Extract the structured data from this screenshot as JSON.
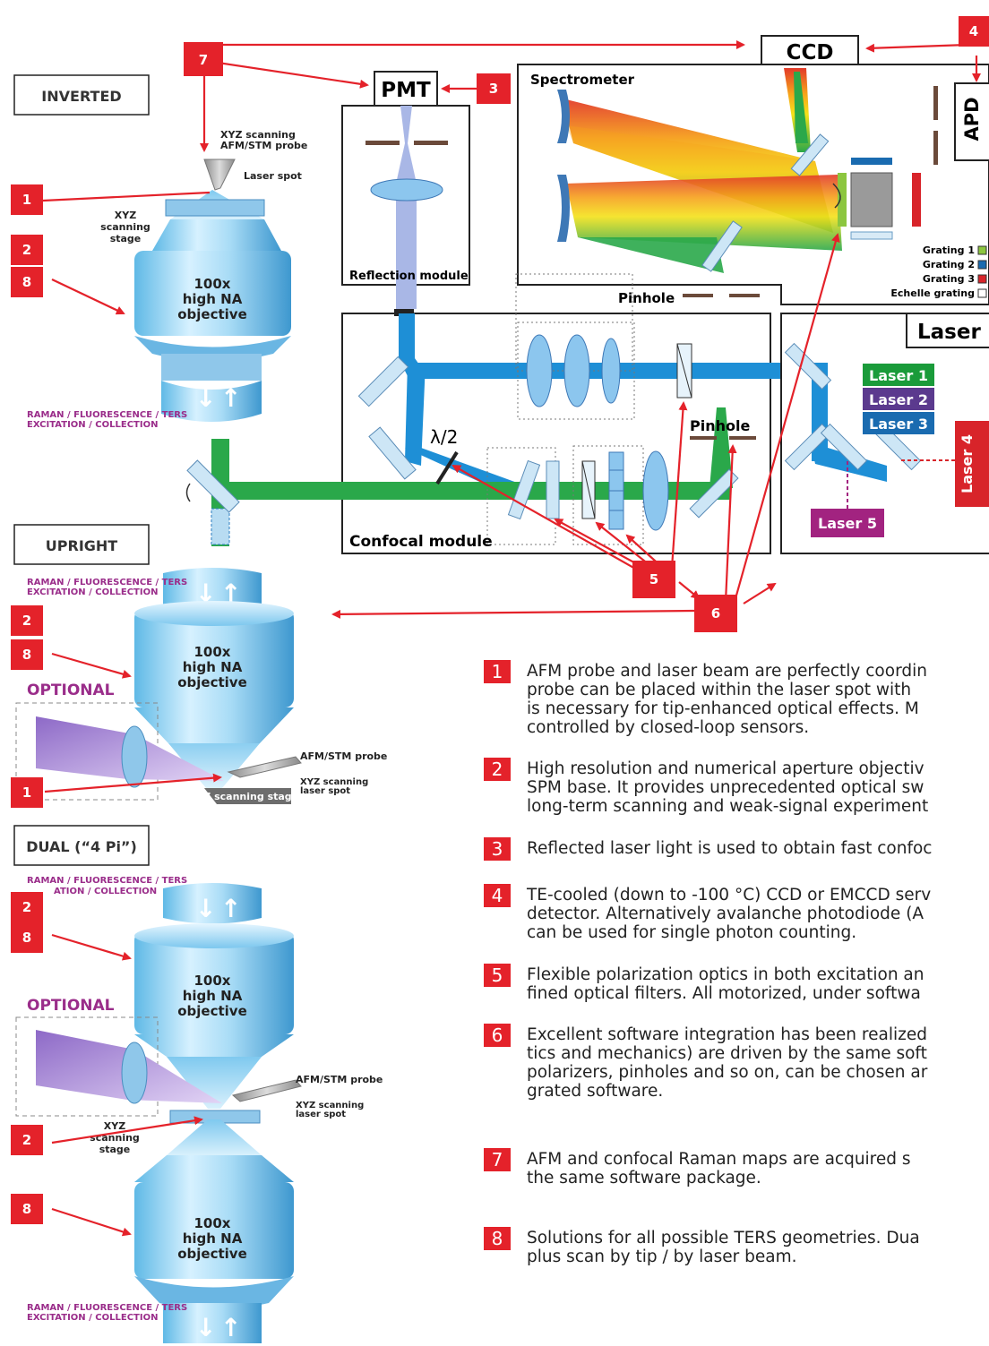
{
  "modes": {
    "inverted": "INVERTED",
    "upright": "UPRIGHT",
    "dual": "DUAL (“4 Pi”)"
  },
  "boxes": {
    "ccd": "CCD",
    "pmt": "PMT",
    "apd": "APD",
    "spectrometer": "Spectrometer",
    "reflection_module": "Reflection module",
    "confocal_module": "Confocal module",
    "laser": "Laser",
    "pinhole_spec": "Pinhole",
    "pinhole_conf": "Pinhole",
    "lambda": "λ/2"
  },
  "lasers": [
    "Laser 1",
    "Laser 2",
    "Laser 3",
    "Laser 4",
    "Laser 5"
  ],
  "laser_colors": [
    "#1a9b3a",
    "#5b3a8e",
    "#1a6bb0",
    "#d8242a",
    "#a22380"
  ],
  "gratings": [
    {
      "label": "Grating 1",
      "color": "#8cc63f"
    },
    {
      "label": "Grating 2",
      "color": "#1a6bb0"
    },
    {
      "label": "Grating 3",
      "color": "#d8242a"
    },
    {
      "label": "Echelle grating",
      "color": "#ffffff"
    }
  ],
  "objective": {
    "l1": "100x",
    "l2": "high NA",
    "l3": "objective"
  },
  "probe": {
    "inv_l1": "XYZ scanning",
    "inv_l2": "AFM/STM probe",
    "laser_spot": "Laser spot",
    "stage_l1": "XYZ",
    "stage_l2": "scanning",
    "stage_l3": "stage",
    "afm_probe": "AFM/STM probe",
    "xyz_laser_l1": "XYZ scanning",
    "xyz_laser_l2": "laser spot",
    "xyz_stage": "XYZ scanning stage"
  },
  "raman_l1": "RAMAN / FLUORESCENCE / TERS",
  "raman_l2": "EXCITATION / COLLECTION",
  "raman_dual_l2": "ATION / COLLECTION",
  "optional": "OPTIONAL",
  "callout_numbers": [
    "1",
    "2",
    "3",
    "4",
    "5",
    "6",
    "7",
    "8"
  ],
  "legend": [
    {
      "num": "1",
      "text": "AFM probe and laser beam are perfectly coordin\nprobe can be placed within the laser spot with\nis necessary for tip-enhanced optical effects. M\ncontrolled by closed-loop sensors."
    },
    {
      "num": "2",
      "text": "High resolution and numerical aperture objectiv\nSPM base. It provides unprecedented optical sw\nlong-term scanning and weak-signal experiment"
    },
    {
      "num": "3",
      "text": "Reflected laser light is used to obtain fast confoc"
    },
    {
      "num": "4",
      "text": "TE-cooled (down to -100 °C) CCD or EMCCD serv\ndetector. Alternatively avalanche photodiode (A\ncan be used for single photon counting."
    },
    {
      "num": "5",
      "text": "Flexible polarization optics in both excitation an\nfined optical filters. All motorized, under softwa"
    },
    {
      "num": "6",
      "text": "Excellent software integration has been realized\ntics and mechanics) are driven by the same soft\npolarizers, pinholes and so on, can be chosen ar\ngrated software."
    },
    {
      "num": "7",
      "text": "AFM and confocal Raman maps are acquired s\nthe same software package."
    },
    {
      "num": "8",
      "text": "Solutions for all possible TERS geometries. Dua\nplus scan by tip / by laser beam."
    }
  ]
}
